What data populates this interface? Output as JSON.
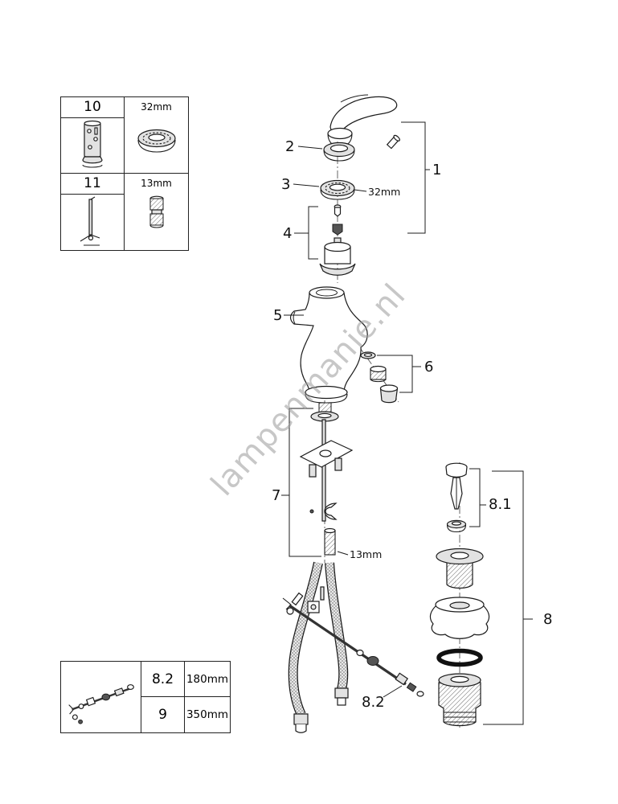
{
  "watermark": "lampenmanie.nl",
  "colors": {
    "line": "#1c1c1c",
    "fill_light": "#e2e2e2",
    "watermark": "#9a9a9a",
    "background": "#ffffff"
  },
  "legend_top": {
    "rows": [
      {
        "part": "10",
        "part_icon": "cartridge-tool-icon",
        "dim": "32mm",
        "dim_icon": "ring-seal-icon"
      },
      {
        "part": "11",
        "part_icon": "pin-wrench-icon",
        "dim": "13mm",
        "dim_icon": "socket-bit-icon"
      }
    ]
  },
  "legend_bottom": {
    "icon": "pop-up-rod-icon",
    "rows": [
      {
        "part": "8.2",
        "dim": "180mm"
      },
      {
        "part": "9",
        "dim": "350mm"
      }
    ]
  },
  "callouts": {
    "c1": "1",
    "c2": "2",
    "c3": "3",
    "c3_dim": "32mm",
    "c4": "4",
    "c5": "5",
    "c6": "6",
    "c7": "7",
    "c7_dim": "13mm",
    "c8": "8",
    "c8_1": "8.1",
    "c8_2": "8.2"
  }
}
